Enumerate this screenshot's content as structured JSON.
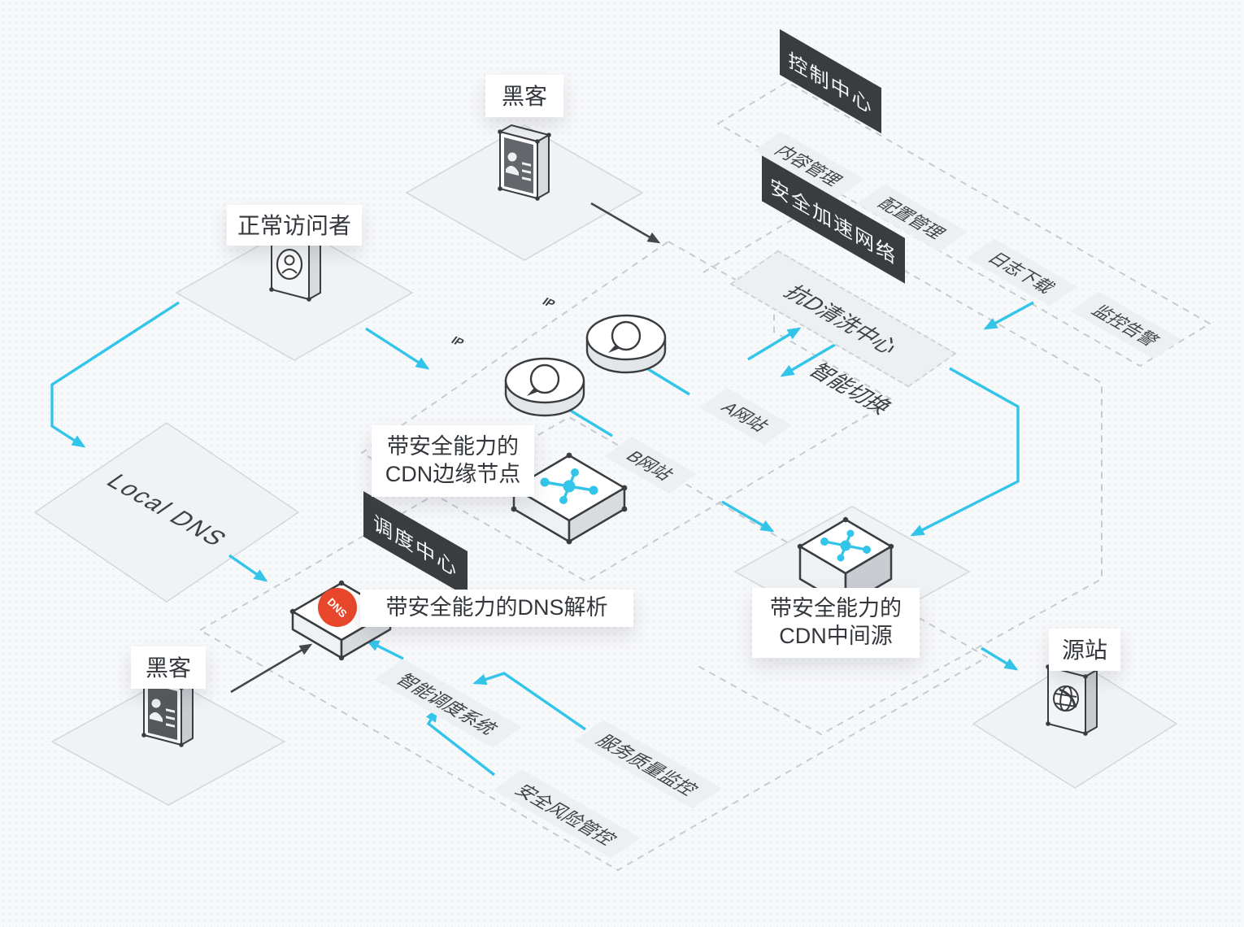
{
  "nodes": {
    "hacker_top": "黑客",
    "visitor": "正常访问者",
    "local_dns": "Local DNS",
    "hacker_bottom": "黑客",
    "origin": "源站",
    "edge_node_line1": "带安全能力的",
    "edge_node_line2": "CDN边缘节点",
    "dns_resolver": "带安全能力的DNS解析",
    "mid_source_line1": "带安全能力的",
    "mid_source_line2": "CDN中间源",
    "anti_ddos": "抗D清洗中心",
    "site_a": "A网站",
    "site_b": "B网站"
  },
  "panels": {
    "control_center": "控制中心",
    "secure_network": "安全加速网络",
    "dispatch_center": "调度中心"
  },
  "control_items": [
    "内容管理",
    "配置管理",
    "日志下载",
    "监控告警"
  ],
  "flow_labels": {
    "smart_switch": "智能切换",
    "smart_dispatch": "智能调度系统",
    "qos_monitor": "服务质量监控",
    "risk_control": "安全风险管控"
  },
  "icons": {
    "ip_badge": "IP",
    "dns_badge": "DNS"
  },
  "colors": {
    "accent_cyan": "#32C5E9",
    "panel_dark": "#3A3D40",
    "dns_red": "#E8472B",
    "dash_gray": "#C7CBD0"
  }
}
